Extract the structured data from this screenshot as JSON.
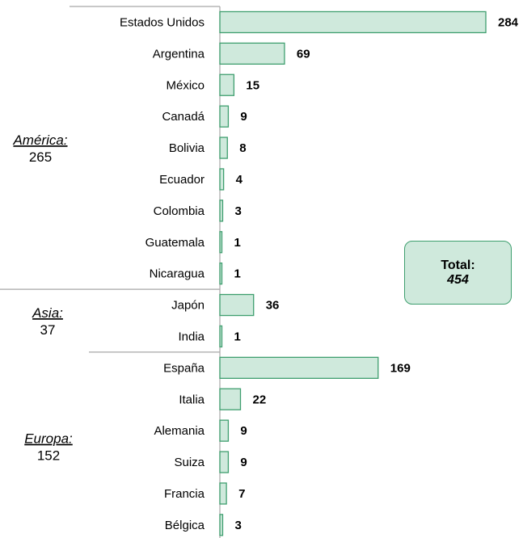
{
  "chart_data": {
    "type": "bar",
    "orientation": "horizontal",
    "categories": [
      "Estados Unidos",
      "Argentina",
      "México",
      "Canadá",
      "Bolivia",
      "Ecuador",
      "Colombia",
      "Guatemala",
      "Nicaragua",
      "Japón",
      "India",
      "España",
      "Italia",
      "Alemania",
      "Suiza",
      "Francia",
      "Bélgica"
    ],
    "values": [
      284,
      69,
      15,
      9,
      8,
      4,
      3,
      1,
      1,
      36,
      1,
      169,
      22,
      9,
      9,
      7,
      3
    ],
    "xlim": [
      0,
      284
    ],
    "groups": [
      {
        "name": "América:",
        "total": "265",
        "count": 9
      },
      {
        "name": "Asia:",
        "total": "37",
        "count": 2
      },
      {
        "name": "Europa:",
        "total": "152",
        "count": 6
      }
    ],
    "total_box": {
      "label": "Total:",
      "value": "454"
    },
    "bar_fill": "#cfe9dc",
    "bar_stroke": "#3f9f6f",
    "grid": false,
    "legend": "none"
  }
}
